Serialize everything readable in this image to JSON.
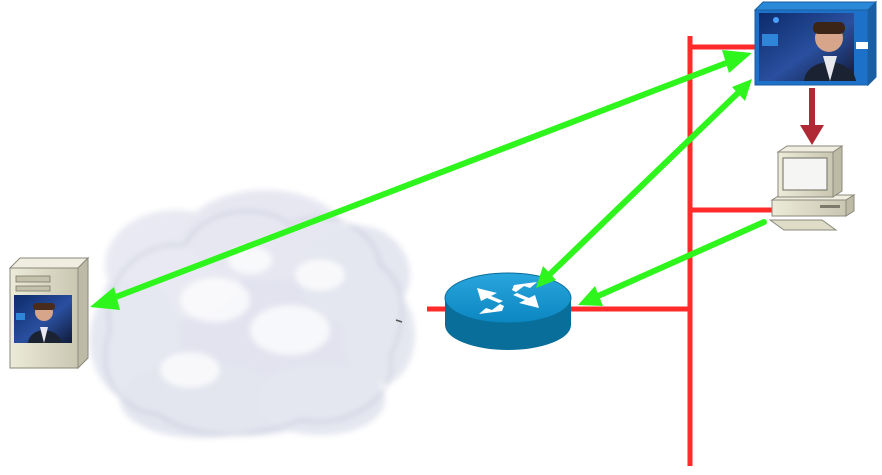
{
  "nodes": [
    {
      "id": "media-server",
      "kind": "tower server with video screen"
    },
    {
      "id": "internet",
      "kind": "cloud"
    },
    {
      "id": "router",
      "kind": "router"
    },
    {
      "id": "lan",
      "kind": "ethernet segment"
    },
    {
      "id": "video-station",
      "kind": "video display"
    },
    {
      "id": "desktop-pc",
      "kind": "desktop computer"
    }
  ],
  "links": [
    {
      "from": "internet",
      "to": "router",
      "style": "cable"
    },
    {
      "from": "router",
      "to": "lan",
      "style": "cable"
    },
    {
      "from": "lan",
      "to": "video-station",
      "style": "cable"
    },
    {
      "from": "lan",
      "to": "desktop-pc",
      "style": "cable"
    },
    {
      "from": "video-station",
      "to": "desktop-pc",
      "style": "arrow"
    }
  ],
  "flows": [
    {
      "from": "media-server",
      "to": "video-station",
      "direction": "both"
    },
    {
      "from": "router",
      "to": "video-station",
      "direction": "both"
    },
    {
      "from": "desktop-pc",
      "to": "router",
      "direction": "one-way"
    }
  ],
  "colors": {
    "cable": "#ff2a2a",
    "arrow": "#b02a36",
    "flow": "#2ef51c",
    "router": "#0c8fc7",
    "router_dark": "#0a6e9b",
    "case": "#d9d7c2",
    "case_edge": "#8a887a",
    "screen_blue": "#1d71c9",
    "cloud": "#e1e3ef"
  },
  "icons": {
    "router": "router-icon",
    "server": "server-icon",
    "pc": "desktop-computer-icon",
    "video": "video-screen-icon",
    "cloud": "cloud-icon"
  }
}
